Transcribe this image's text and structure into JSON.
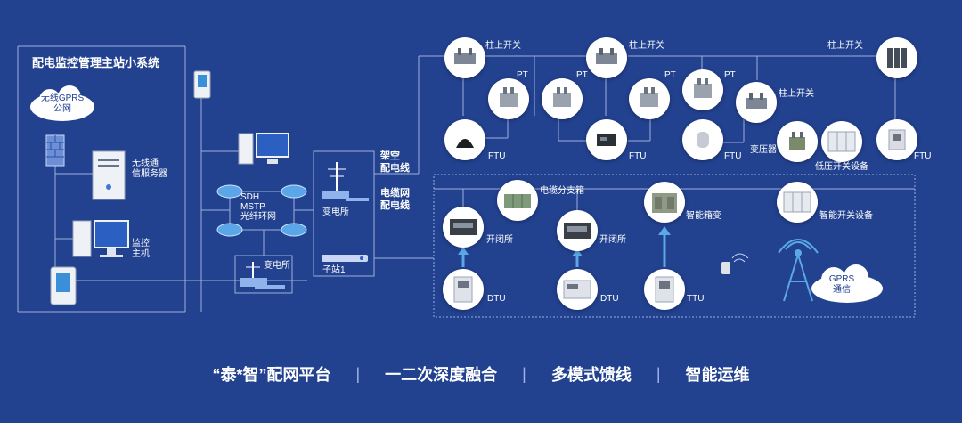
{
  "main_system_title": "配电监控管理主站小系统",
  "cloud_gprs_public": "无线GPRS\n公网",
  "wireless_server": "无线通\n信服务器",
  "monitor_host": "监控\n主机",
  "ring_network": "SDH\nMSTP\n光纤环网",
  "substation_small": "变电所",
  "substation_main": "变电所",
  "sub_station_1": "子站1",
  "overhead_line": "架空\n配电线",
  "cable_line": "电缆网\n配电线",
  "pole_switch_labels": [
    "柱上开关",
    "柱上开关",
    "柱上开关",
    "柱上开关"
  ],
  "pt_labels": [
    "PT",
    "PT",
    "PT",
    "PT"
  ],
  "ftu_labels": [
    "FTU",
    "FTU",
    "FTU",
    "FTU"
  ],
  "transformer": "变压器",
  "low_voltage_equipment": "低压开关设备",
  "cable_branch_box": "电缆分支箱",
  "switch_station_labels": [
    "开闭所",
    "开闭所"
  ],
  "smart_box_transformer": "智能箱变",
  "smart_switch_equipment": "智能开关设备",
  "dtu_labels": [
    "DTU",
    "DTU"
  ],
  "ttu_label": "TTU",
  "gprs_comm": "GPRS\n通信",
  "footer": {
    "item1": "“泰*智”配网平台",
    "item2": "一二次深度融合",
    "item3": "多模式馈线",
    "item4": "智能运维",
    "separator": "|"
  },
  "colors": {
    "background": "#22418f",
    "line": "#c9d6f5",
    "accent_arrow": "#5aa9e6"
  }
}
